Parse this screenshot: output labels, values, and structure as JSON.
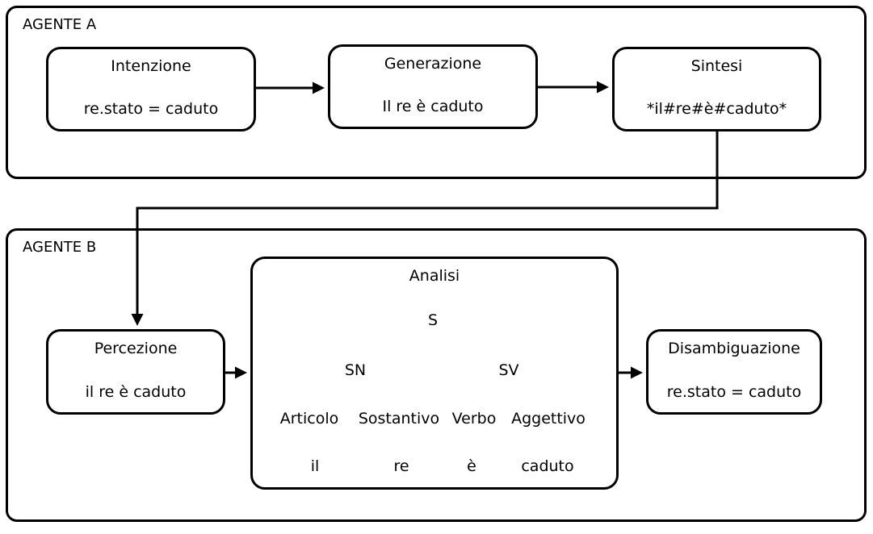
{
  "colors": {
    "line": "#000000",
    "background": "#ffffff"
  },
  "agent_a": {
    "label": "AGENTE A",
    "intenzione": {
      "title": "Intenzione",
      "content": "re.stato = caduto"
    },
    "generazione": {
      "title": "Generazione",
      "content": "Il re è caduto"
    },
    "sintesi": {
      "title": "Sintesi",
      "content": "*il#re#è#caduto*"
    }
  },
  "agent_b": {
    "label": "AGENTE B",
    "percezione": {
      "title": "Percezione",
      "content": "il re è caduto"
    },
    "analisi": {
      "title": "Analisi"
    },
    "disambiguazione": {
      "title": "Disambiguazione",
      "content": "re.stato = caduto"
    },
    "tree": {
      "s": "S",
      "sn": "SN",
      "sv": "SV",
      "articolo": "Articolo",
      "sostantivo": "Sostantivo",
      "verbo": "Verbo",
      "aggettivo": "Aggettivo",
      "leaf_il": "il",
      "leaf_re": "re",
      "leaf_e": "è",
      "leaf_caduto": "caduto"
    }
  }
}
